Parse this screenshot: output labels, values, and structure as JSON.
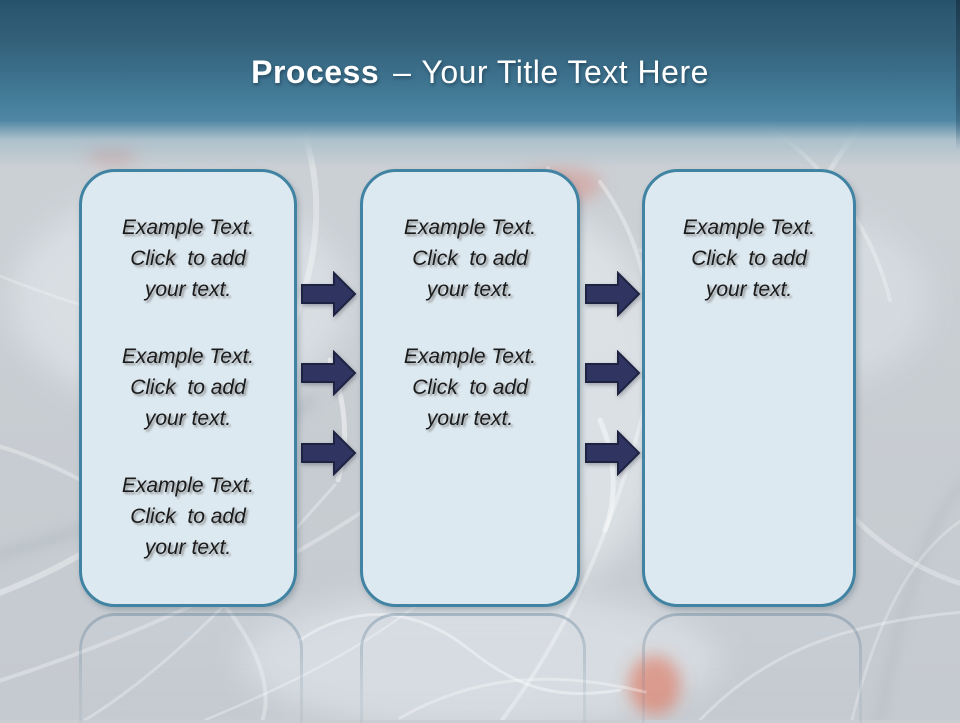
{
  "header": {
    "title_bold": "Process",
    "title_dash": "–",
    "title_rest": "Your Title Text Here"
  },
  "boxes": [
    {
      "label": "step-1",
      "paragraphs": [
        {
          "lines": [
            "Example Text.",
            "Click  to add",
            "your text."
          ]
        },
        {
          "lines": [
            "Example Text.",
            "Click  to add",
            "your text."
          ]
        },
        {
          "lines": [
            "Example Text.",
            "Click  to add",
            "your text."
          ]
        }
      ]
    },
    {
      "label": "step-2",
      "paragraphs": [
        {
          "lines": [
            "Example Text.",
            "Click  to add",
            "your text."
          ]
        },
        {
          "lines": [
            "Example Text.",
            "Click  to add",
            "your text."
          ]
        }
      ]
    },
    {
      "label": "step-3",
      "paragraphs": [
        {
          "lines": [
            "Example Text.",
            "Click  to add",
            "your text."
          ]
        }
      ]
    }
  ],
  "arrows": {
    "direction": "right",
    "between_step1_step2": 3,
    "between_step2_step3": 3
  },
  "colors": {
    "header_gradient_top": "#2b566f",
    "header_gradient_bottom": "#4f86a3",
    "title_text": "#ffffff",
    "box_fill": "#dde9f0",
    "box_border": "#4183a2",
    "body_text": "#1b1b1b",
    "arrow_fill": "#2f3461",
    "arrow_border": "#1e2342",
    "background": "#c9ced3",
    "accent_glow": "#e06146"
  }
}
